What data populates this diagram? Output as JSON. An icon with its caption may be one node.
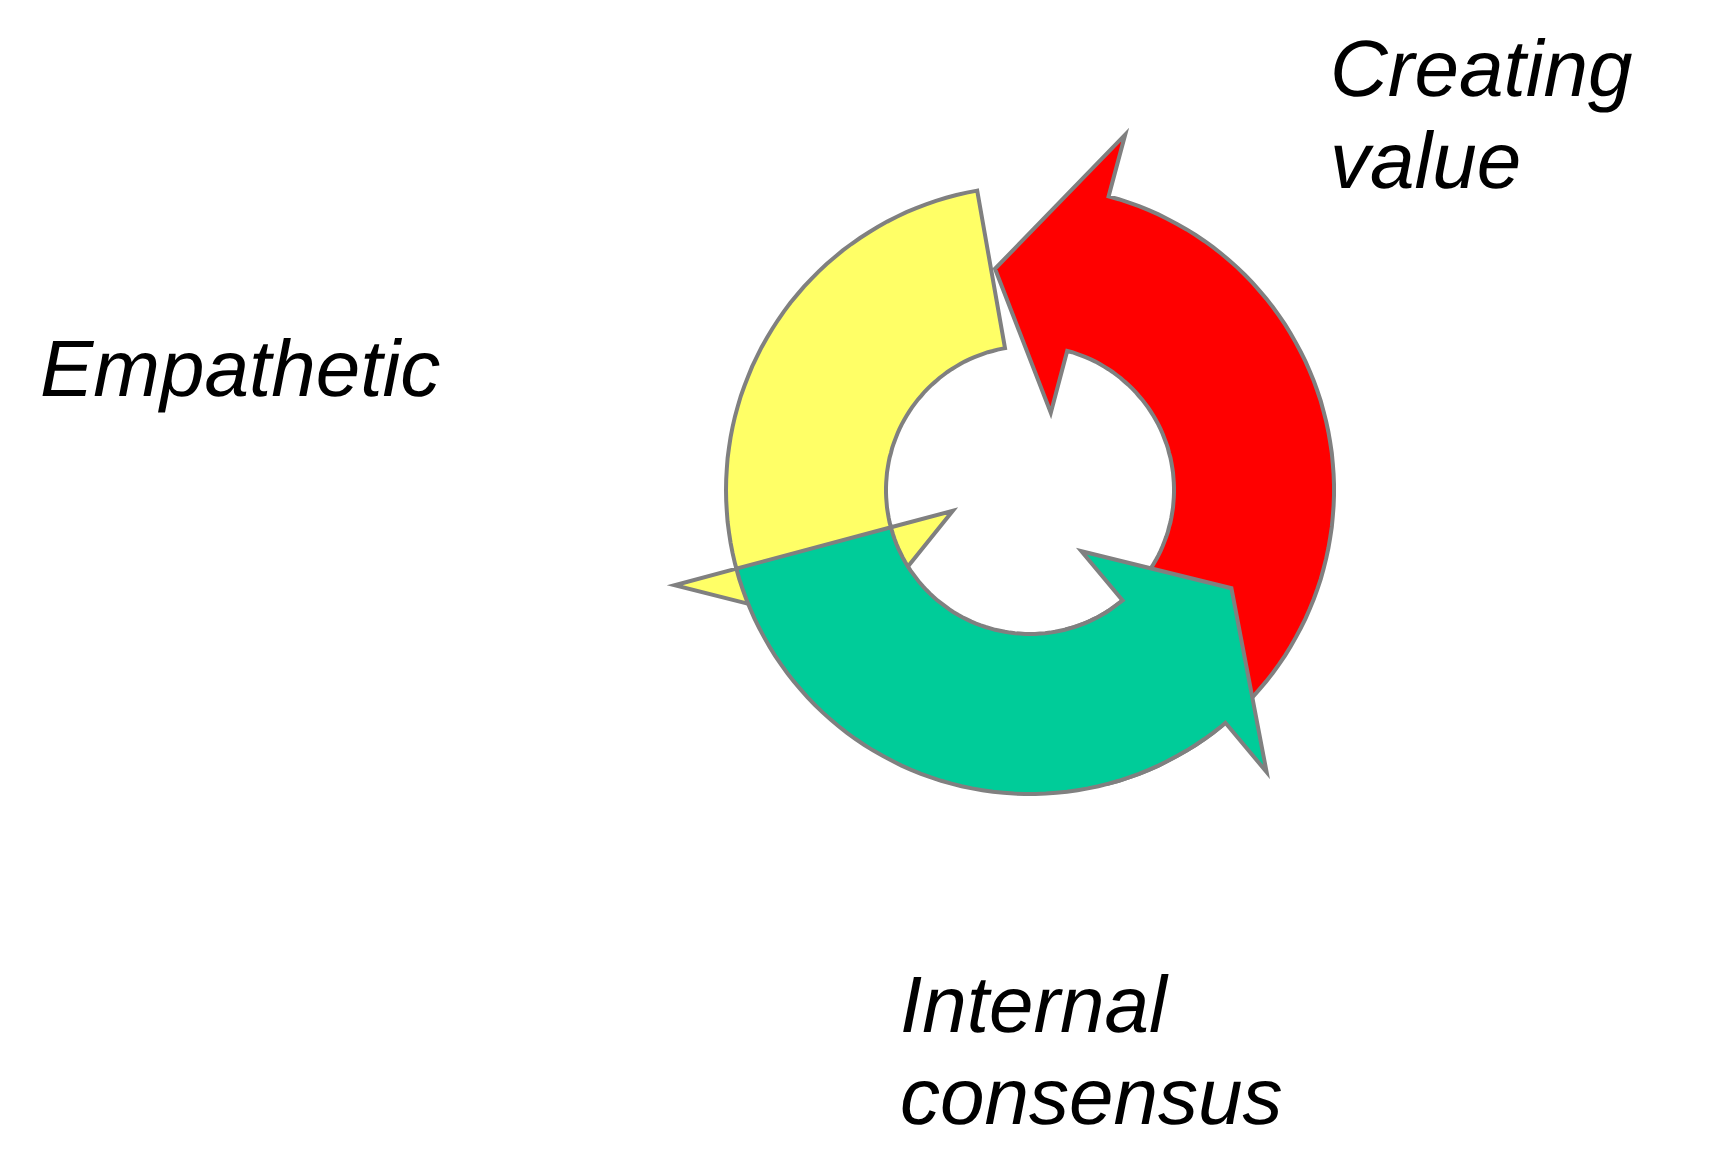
{
  "diagram": {
    "labels": [
      "Creating value",
      "Empathetic",
      "Internal consensus"
    ]
  }
}
